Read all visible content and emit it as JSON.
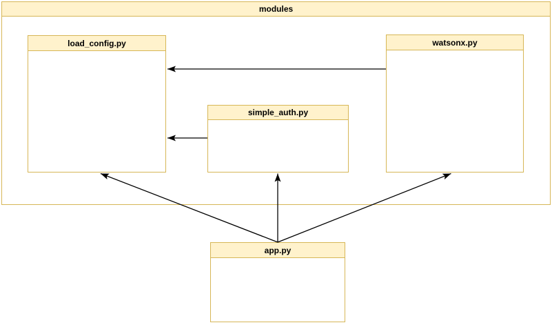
{
  "diagram": {
    "container": {
      "label": "modules"
    },
    "nodes": [
      {
        "id": "load_config",
        "label": "load_config.py"
      },
      {
        "id": "simple_auth",
        "label": "simple_auth.py"
      },
      {
        "id": "watsonx",
        "label": "watsonx.py"
      },
      {
        "id": "app",
        "label": "app.py"
      }
    ],
    "edges": [
      {
        "from": "watsonx.py",
        "to": "load_config.py"
      },
      {
        "from": "simple_auth.py",
        "to": "load_config.py"
      },
      {
        "from": "app.py",
        "to": "load_config.py"
      },
      {
        "from": "app.py",
        "to": "simple_auth.py"
      },
      {
        "from": "app.py",
        "to": "watsonx.py"
      }
    ],
    "colors": {
      "node_fill": "#FFF2CC",
      "node_stroke": "#D6B656",
      "edge": "#000000",
      "text": "#000000",
      "background": "#FFFFFF"
    }
  }
}
